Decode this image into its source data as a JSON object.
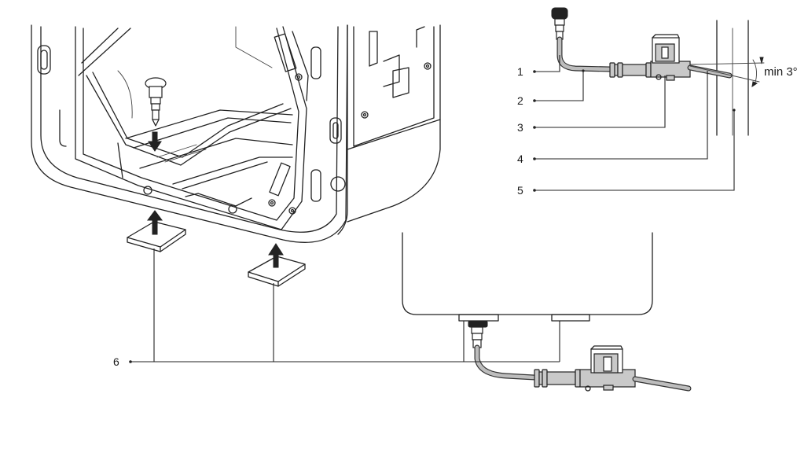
{
  "callouts": {
    "c1": "1",
    "c2": "2",
    "c3": "3",
    "c4": "4",
    "c5": "5",
    "c6": "6"
  },
  "annotations": {
    "slope": "min 3°"
  },
  "colors": {
    "line": "#222222",
    "hose_fill": "#bdbdbd",
    "part_fill": "#c9c9c9",
    "background": "#ffffff"
  }
}
